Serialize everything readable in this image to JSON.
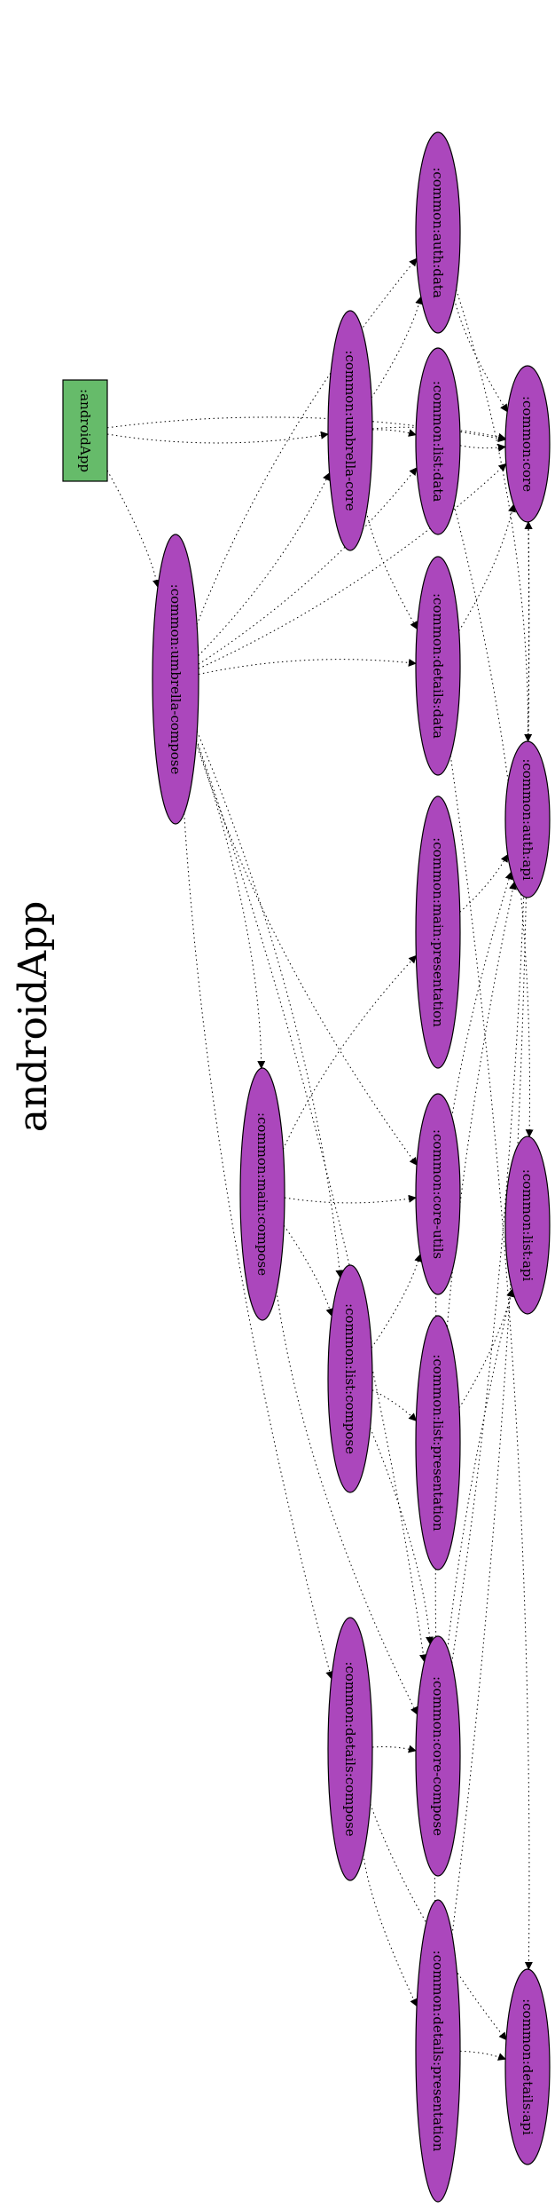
{
  "title": "androidApp",
  "colors": {
    "module": "#ab47bc",
    "app": "#66bb6a",
    "stroke": "#000000"
  },
  "nodes": [
    {
      "id": "androidApp",
      "label": ":androidApp",
      "kind": "app"
    },
    {
      "id": "umbrella_compose",
      "label": ":common:umbrella-compose",
      "kind": "module"
    },
    {
      "id": "umbrella_core",
      "label": ":common:umbrella-core",
      "kind": "module"
    },
    {
      "id": "auth_data",
      "label": ":common:auth:data",
      "kind": "module"
    },
    {
      "id": "list_data",
      "label": ":common:list:data",
      "kind": "module"
    },
    {
      "id": "details_data",
      "label": ":common:details:data",
      "kind": "module"
    },
    {
      "id": "core",
      "label": ":common:core",
      "kind": "module"
    },
    {
      "id": "auth_api",
      "label": ":common:auth:api",
      "kind": "module"
    },
    {
      "id": "main_presentation",
      "label": ":common:main:presentation",
      "kind": "module"
    },
    {
      "id": "main_compose",
      "label": ":common:main:compose",
      "kind": "module"
    },
    {
      "id": "core_utils",
      "label": ":common:core-utils",
      "kind": "module"
    },
    {
      "id": "list_api",
      "label": ":common:list:api",
      "kind": "module"
    },
    {
      "id": "list_compose",
      "label": ":common:list:compose",
      "kind": "module"
    },
    {
      "id": "list_presentation",
      "label": ":common:list:presentation",
      "kind": "module"
    },
    {
      "id": "details_compose",
      "label": ":common:details:compose",
      "kind": "module"
    },
    {
      "id": "core_compose",
      "label": ":common:core-compose",
      "kind": "module"
    },
    {
      "id": "details_presentation",
      "label": ":common:details:presentation",
      "kind": "module"
    },
    {
      "id": "details_api",
      "label": ":common:details:api",
      "kind": "module"
    }
  ],
  "edges": [
    [
      "androidApp",
      "umbrella_compose"
    ],
    [
      "androidApp",
      "umbrella_core"
    ],
    [
      "androidApp",
      "core"
    ],
    [
      "umbrella_compose",
      "umbrella_core"
    ],
    [
      "umbrella_compose",
      "auth_data"
    ],
    [
      "umbrella_compose",
      "list_data"
    ],
    [
      "umbrella_compose",
      "details_data"
    ],
    [
      "umbrella_compose",
      "core"
    ],
    [
      "umbrella_compose",
      "main_compose"
    ],
    [
      "umbrella_compose",
      "core_utils"
    ],
    [
      "umbrella_compose",
      "list_compose"
    ],
    [
      "umbrella_compose",
      "details_compose"
    ],
    [
      "umbrella_compose",
      "core_compose"
    ],
    [
      "umbrella_core",
      "auth_data"
    ],
    [
      "umbrella_core",
      "list_data"
    ],
    [
      "umbrella_core",
      "details_data"
    ],
    [
      "umbrella_core",
      "core"
    ],
    [
      "auth_data",
      "core"
    ],
    [
      "auth_data",
      "auth_api"
    ],
    [
      "list_data",
      "core"
    ],
    [
      "list_data",
      "list_api"
    ],
    [
      "details_data",
      "core"
    ],
    [
      "details_data",
      "details_api"
    ],
    [
      "main_presentation",
      "auth_api"
    ],
    [
      "main_compose",
      "main_presentation"
    ],
    [
      "main_compose",
      "core_utils"
    ],
    [
      "main_compose",
      "list_compose"
    ],
    [
      "main_compose",
      "core_compose"
    ],
    [
      "list_compose",
      "list_presentation"
    ],
    [
      "list_compose",
      "core_utils"
    ],
    [
      "list_compose",
      "core_compose"
    ],
    [
      "list_presentation",
      "list_api"
    ],
    [
      "list_presentation",
      "auth_api"
    ],
    [
      "details_compose",
      "details_presentation"
    ],
    [
      "details_compose",
      "core_compose"
    ],
    [
      "details_compose",
      "details_api"
    ],
    [
      "details_presentation",
      "details_api"
    ],
    [
      "details_presentation",
      "core"
    ],
    [
      "details_presentation",
      "list_api"
    ],
    [
      "core_compose",
      "core"
    ],
    [
      "core_compose",
      "auth_api"
    ]
  ]
}
